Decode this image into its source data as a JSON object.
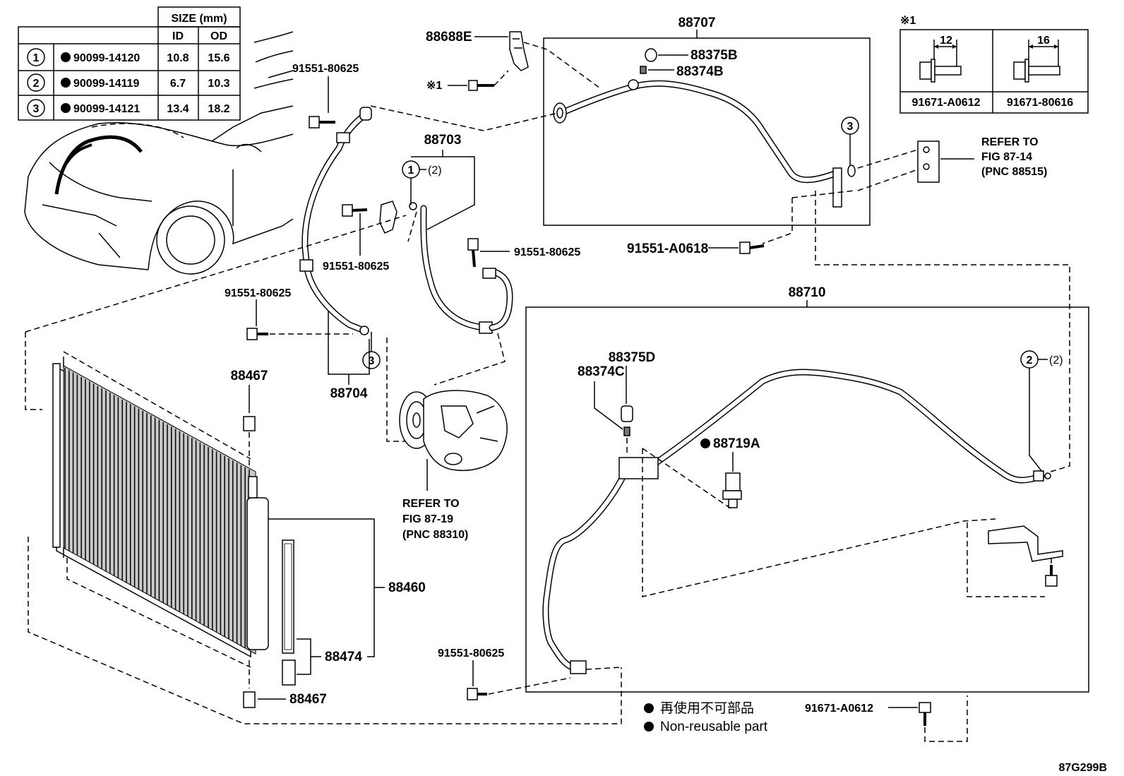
{
  "size_table": {
    "header": "SIZE (mm)",
    "col_id": "ID",
    "col_od": "OD",
    "rows": [
      {
        "num": "1",
        "part": "90099-14120",
        "id": "10.8",
        "od": "15.6"
      },
      {
        "num": "2",
        "part": "90099-14119",
        "id": "6.7",
        "od": "10.3"
      },
      {
        "num": "3",
        "part": "90099-14121",
        "id": "13.4",
        "od": "18.2"
      }
    ]
  },
  "bolt_table": {
    "marker": "※1",
    "dim_left": "12",
    "dim_right": "16",
    "part_left": "91671-A0612",
    "part_right": "91671-80616"
  },
  "labels": {
    "p88707": "88707",
    "p88688E": "88688E",
    "p88375B": "88375B",
    "p88374B": "88374B",
    "mark1": "※1",
    "p91551_80625_a": "91551-80625",
    "p88703": "88703",
    "c1_qty": "(2)",
    "p91551_80625_b": "91551-80625",
    "p91551_80625_c": "91551-80625",
    "p91551_A0618": "91551-A0618",
    "p91551_80625_d": "91551-80625",
    "p88704": "88704",
    "p88710": "88710",
    "p88375D": "88375D",
    "p88374C": "88374C",
    "p88719A": "88719A",
    "c2_qty": "(2)",
    "p88467_a": "88467",
    "p88460": "88460",
    "p88474": "88474",
    "p88467_b": "88467",
    "p91551_80625_e": "91551-80625",
    "p91671_A0612": "91671-A0612",
    "refer_a_1": "REFER TO",
    "refer_a_2": "FIG 87-14",
    "refer_a_3": "(PNC 88515)",
    "refer_b_1": "REFER TO",
    "refer_b_2": "FIG 87-19",
    "refer_b_3": "(PNC 88310)",
    "circle1": "1",
    "circle2": "2",
    "circle3a": "3",
    "circle3b": "3"
  },
  "legend": {
    "jp": "再使用不可部品",
    "en": "Non-reusable part"
  },
  "figure_code": "87G299B"
}
